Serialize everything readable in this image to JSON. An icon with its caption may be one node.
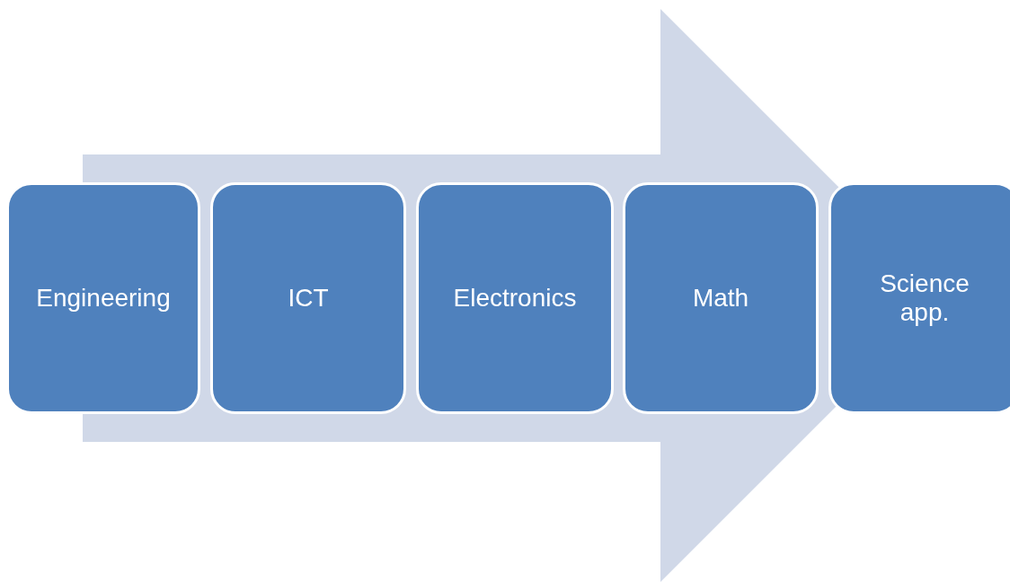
{
  "diagram": {
    "nodes": [
      {
        "text": [
          "Engineering"
        ]
      },
      {
        "text": [
          "ICT"
        ]
      },
      {
        "text": [
          "Electronics"
        ]
      },
      {
        "text": [
          "Math"
        ]
      },
      {
        "text": [
          "Science app."
        ]
      }
    ],
    "edges": [
      {
        "from": 0,
        "to": 4,
        "arrow": "to"
      }
    ]
  }
}
